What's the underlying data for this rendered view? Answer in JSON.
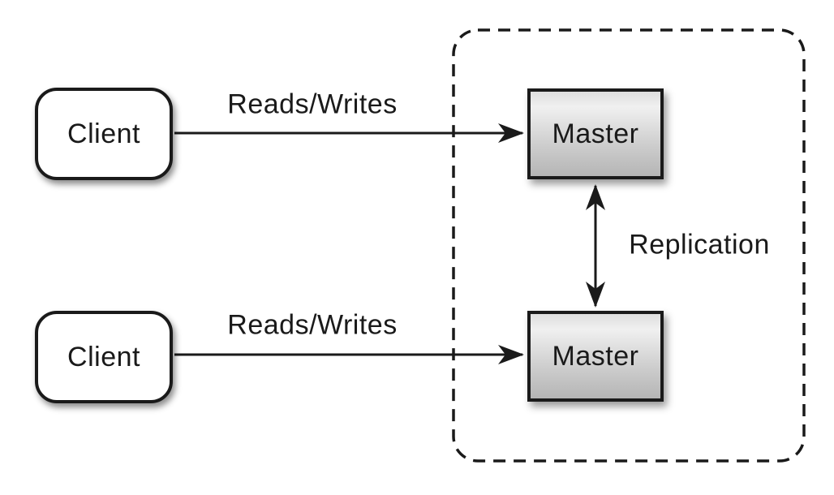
{
  "diagram": {
    "type": "architecture-diagram",
    "topic": "master-master replication",
    "nodes": {
      "clients": [
        {
          "label": "Client"
        },
        {
          "label": "Client"
        }
      ],
      "masters": [
        {
          "label": "Master"
        },
        {
          "label": "Master"
        }
      ]
    },
    "edges": {
      "top": {
        "label": "Reads/Writes",
        "direction": "client-to-master"
      },
      "bottom": {
        "label": "Reads/Writes",
        "direction": "client-to-master"
      },
      "replication": {
        "label": "Replication",
        "direction": "bidirectional"
      }
    },
    "boundary": {
      "style": "dashed-rounded-rectangle",
      "contains": "masters"
    },
    "colors": {
      "stroke": "#1a1a1a",
      "client_fill": "#ffffff",
      "master_fill_light": "#f0f0f0",
      "master_fill_dark": "#b5b5b5",
      "background": "#ffffff"
    }
  }
}
